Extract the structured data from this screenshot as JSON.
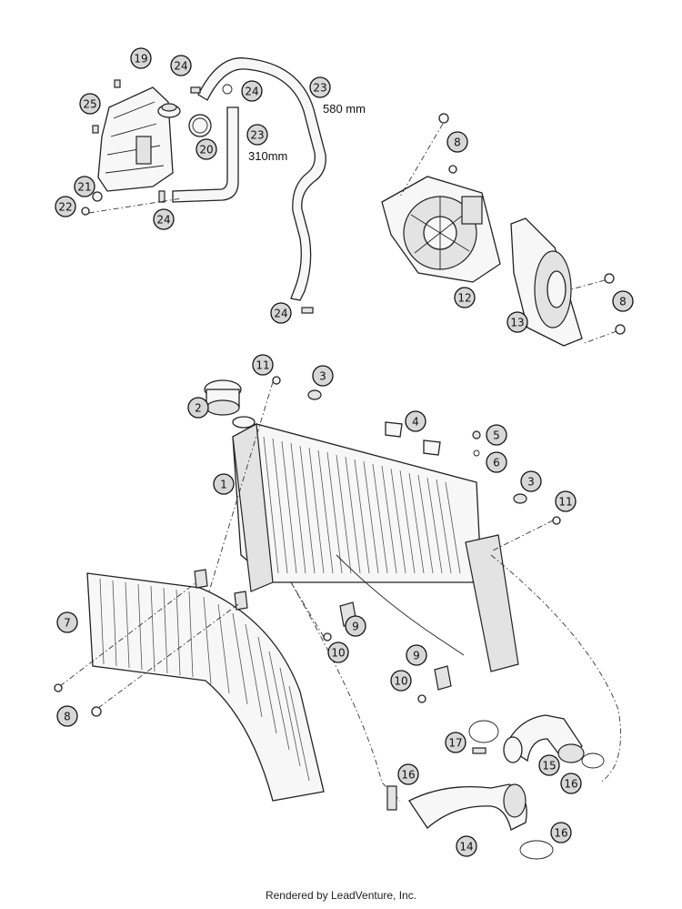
{
  "callouts": [
    {
      "id": "19",
      "label": "19"
    },
    {
      "id": "24a",
      "label": "24"
    },
    {
      "id": "25",
      "label": "25"
    },
    {
      "id": "24b",
      "label": "24"
    },
    {
      "id": "23a",
      "label": "23"
    },
    {
      "id": "23b",
      "label": "23"
    },
    {
      "id": "20",
      "label": "20"
    },
    {
      "id": "21",
      "label": "21"
    },
    {
      "id": "22",
      "label": "22"
    },
    {
      "id": "24c",
      "label": "24"
    },
    {
      "id": "24d",
      "label": "24"
    },
    {
      "id": "8a",
      "label": "8"
    },
    {
      "id": "12",
      "label": "12"
    },
    {
      "id": "13",
      "label": "13"
    },
    {
      "id": "8b",
      "label": "8"
    },
    {
      "id": "11a",
      "label": "11"
    },
    {
      "id": "3a",
      "label": "3"
    },
    {
      "id": "2",
      "label": "2"
    },
    {
      "id": "4",
      "label": "4"
    },
    {
      "id": "5",
      "label": "5"
    },
    {
      "id": "6",
      "label": "6"
    },
    {
      "id": "1",
      "label": "1"
    },
    {
      "id": "3b",
      "label": "3"
    },
    {
      "id": "11b",
      "label": "11"
    },
    {
      "id": "7",
      "label": "7"
    },
    {
      "id": "9a",
      "label": "9"
    },
    {
      "id": "10a",
      "label": "10"
    },
    {
      "id": "9b",
      "label": "9"
    },
    {
      "id": "10b",
      "label": "10"
    },
    {
      "id": "8c",
      "label": "8"
    },
    {
      "id": "17",
      "label": "17"
    },
    {
      "id": "15",
      "label": "15"
    },
    {
      "id": "16a",
      "label": "16"
    },
    {
      "id": "16b",
      "label": "16"
    },
    {
      "id": "14",
      "label": "14"
    },
    {
      "id": "16c",
      "label": "16"
    }
  ],
  "dimensions": {
    "hose_long": "580 mm",
    "hose_short": "310mm"
  },
  "footer": "Rendered by LeadVenture, Inc."
}
